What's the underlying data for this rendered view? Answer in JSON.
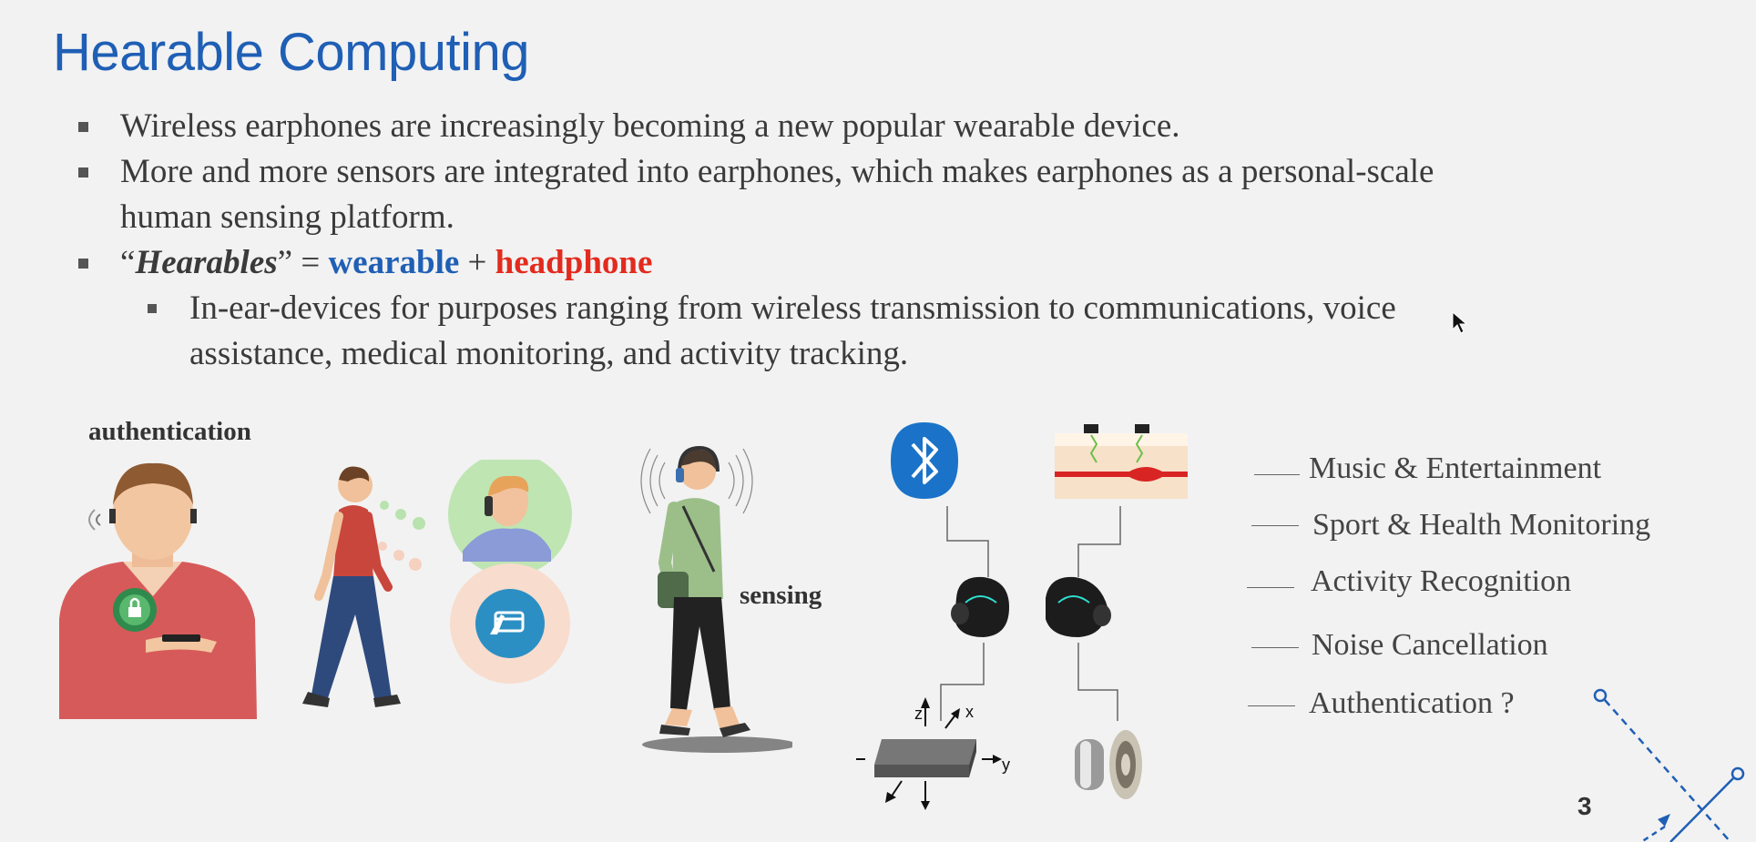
{
  "slide": {
    "title": "Hearable Computing",
    "page_number": "3"
  },
  "bullets": {
    "b1": "Wireless earphones are increasingly becoming a new popular wearable device.",
    "b2_line1": "More and more sensors are integrated into earphones, which makes earphones as a personal-scale",
    "b2_line2": "human sensing platform.",
    "b3": {
      "quote_open": "“",
      "term": "Hearables",
      "quote_close": "” = ",
      "wearable": "wearable",
      "plus": " + ",
      "headphone": "headphone"
    },
    "sub1_line1": "In-ear-devices for purposes ranging from wireless transmission to communications, voice",
    "sub1_line2": "assistance, medical monitoring, and activity tracking."
  },
  "figure": {
    "label_authentication": "authentication",
    "label_sensing": "sensing",
    "axes": {
      "z": "z",
      "x": "x",
      "y": "y"
    }
  },
  "features": [
    "Music & Entertainment",
    "Sport & Health Monitoring",
    "Activity Recognition",
    "Noise Cancellation",
    "Authentication ?"
  ],
  "colors": {
    "title": "#1f5fb5",
    "wearable": "#1f5fb5",
    "headphone": "#e22b1e",
    "bluetooth": "#1a73c8"
  }
}
